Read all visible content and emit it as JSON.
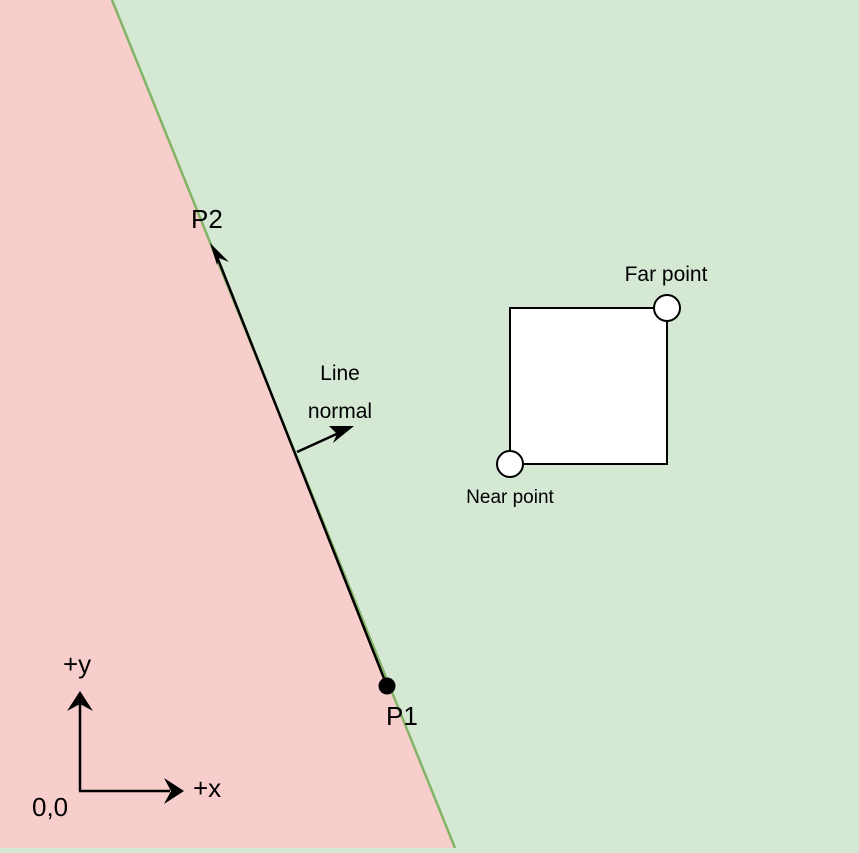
{
  "diagram": {
    "colors": {
      "positive_half_plane": "#d5e8d4",
      "negative_half_plane": "#f8cecc",
      "boundary": "#82b366",
      "stroke": "#000000",
      "box_fill": "#ffffff"
    },
    "labels": {
      "p2": "P2",
      "p1": "P1",
      "normal_line1": "Line",
      "normal_line2": "normal",
      "far_point": "Far point",
      "near_point": "Near point",
      "axis_y": "+y",
      "axis_x": "+x",
      "origin": "0,0"
    }
  }
}
